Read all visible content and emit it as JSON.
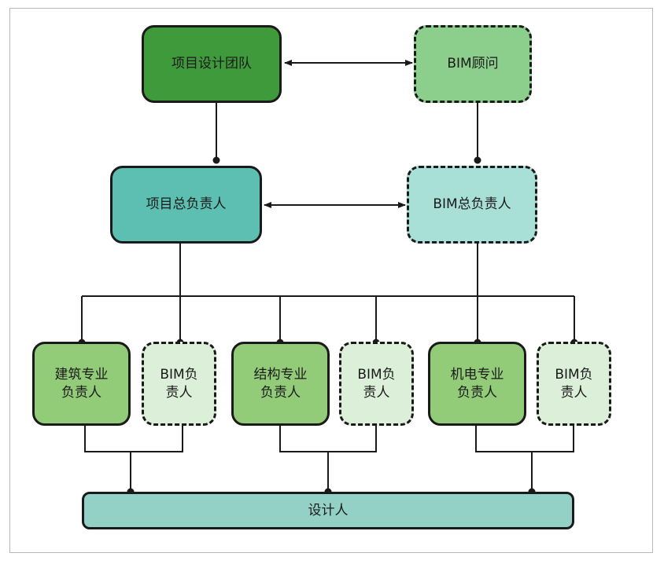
{
  "nodes": {
    "project_team": "项目设计团队",
    "bim_consultant": "BIM顾问",
    "project_lead": "项目总负责人",
    "bim_lead": "BIM总负责人",
    "arch_lead": [
      "建筑专业",
      "负责人"
    ],
    "arch_bim": [
      "BIM负",
      "责人"
    ],
    "struct_lead": [
      "结构专业",
      "负责人"
    ],
    "struct_bim": [
      "BIM负",
      "责人"
    ],
    "mep_lead": [
      "机电专业",
      "负责人"
    ],
    "mep_bim": [
      "BIM负",
      "责人"
    ],
    "designer": "设计人"
  },
  "colors": {
    "project_team": "#3f9a3c",
    "bim_consultant": "#8ccf8c",
    "project_lead": "#5cbfb2",
    "bim_lead": "#a8dfd6",
    "discipline_lead": "#93cc78",
    "discipline_bim": "#dcefd8",
    "designer": "#93d1c6",
    "line": "#1a1a1a",
    "frame": "#b8b8b8"
  }
}
